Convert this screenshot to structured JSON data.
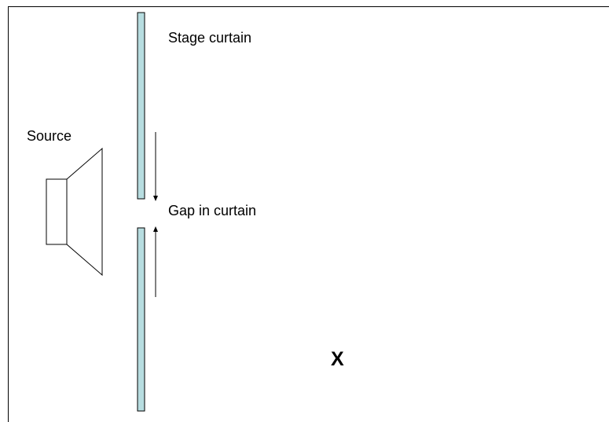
{
  "labels": {
    "source": "Source",
    "stage_curtain": "Stage curtain",
    "gap": "Gap in curtain",
    "listener": "X"
  },
  "colors": {
    "curtain_fill": "#b7dde0",
    "outline": "#000000",
    "background": "#ffffff"
  },
  "icons": {
    "source": "loudspeaker-icon"
  }
}
